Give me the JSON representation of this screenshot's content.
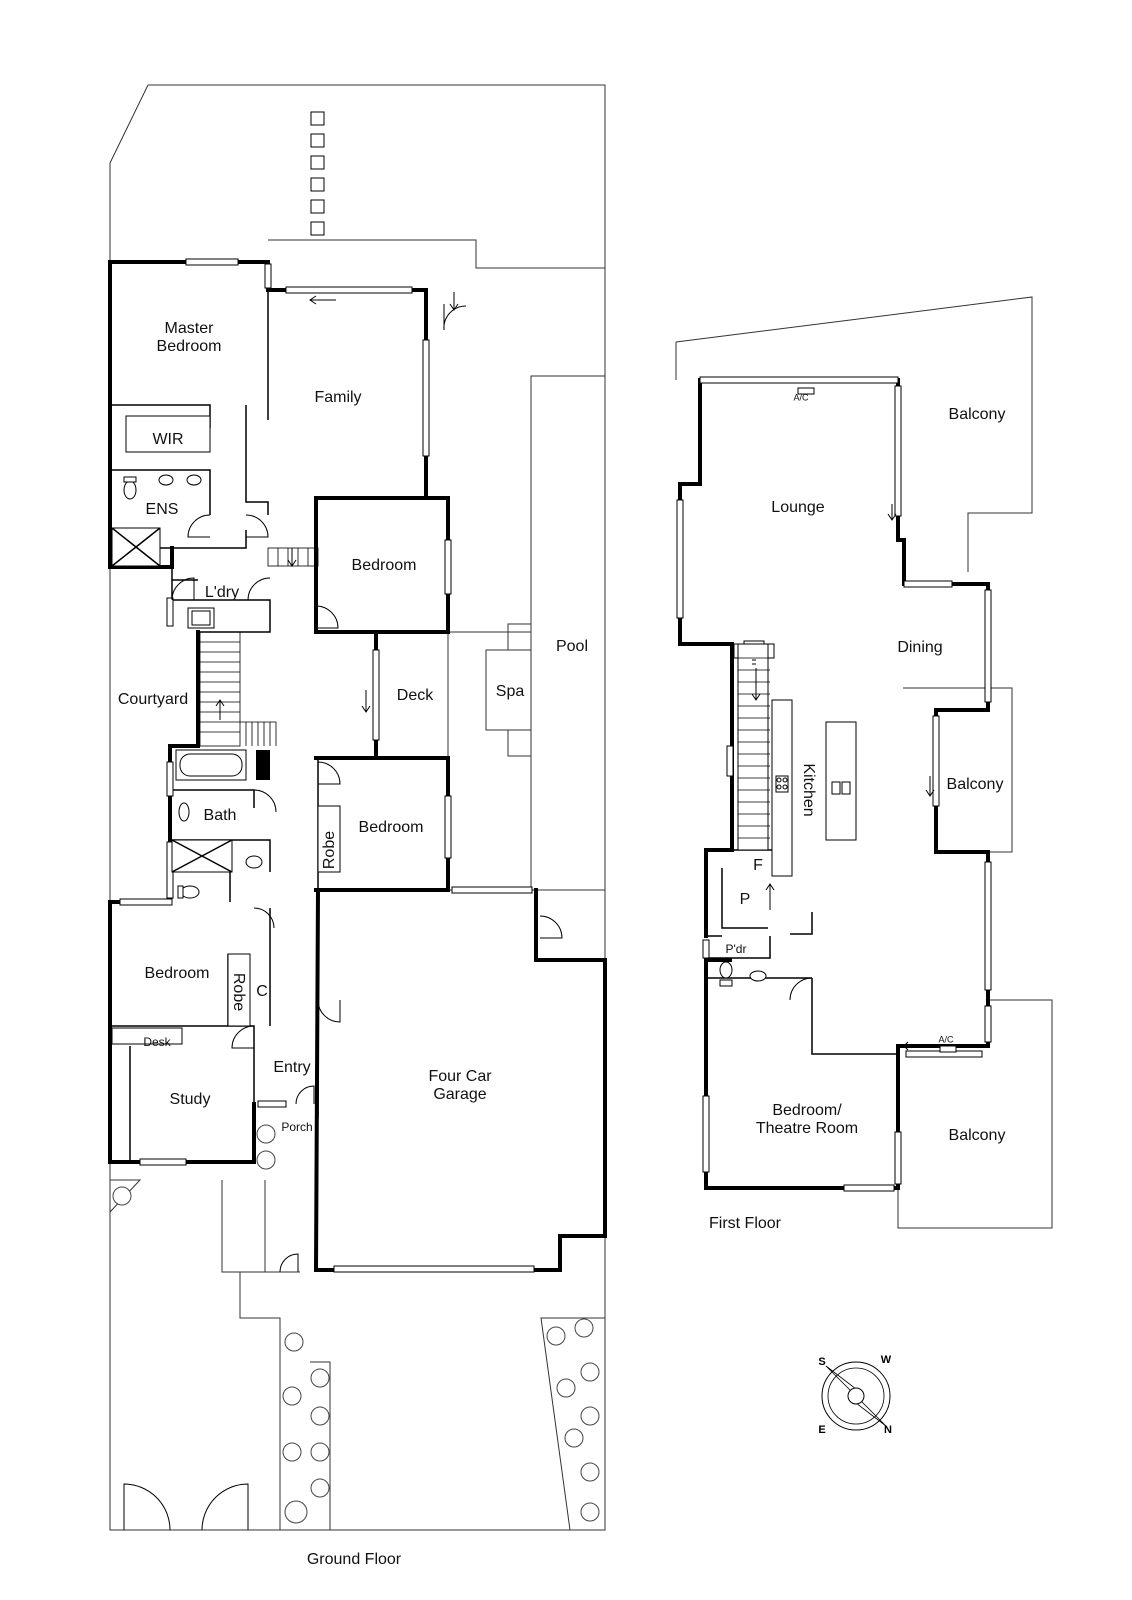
{
  "ground_floor": {
    "caption": "Ground Floor",
    "rooms": {
      "master_bedroom": [
        "Master",
        "Bedroom"
      ],
      "family": "Family",
      "wir": "WIR",
      "ens": "ENS",
      "bedroom_1": "Bedroom",
      "laundry": "L'dry",
      "courtyard": "Courtyard",
      "deck": "Deck",
      "spa": "Spa",
      "pool": "Pool",
      "bath": "Bath",
      "bedroom_2": "Bedroom",
      "robe_1": "Robe",
      "bedroom_3": "Bedroom",
      "robe_2": "Robe",
      "cupboard": "C",
      "desk": "Desk",
      "study": "Study",
      "entry": "Entry",
      "porch": "Porch",
      "garage": [
        "Four Car",
        "Garage"
      ]
    }
  },
  "first_floor": {
    "caption": "First Floor",
    "rooms": {
      "balcony_1": "Balcony",
      "lounge": "Lounge",
      "ac_1": "A/C",
      "dining": "Dining",
      "balcony_2": "Balcony",
      "kitchen": "Kitchen",
      "fridge": "F",
      "pantry": "P",
      "powder": "P'dr",
      "ac_2": "A/C",
      "bedroom_theatre": [
        "Bedroom/",
        "Theatre Room"
      ],
      "balcony_3": "Balcony"
    }
  },
  "compass": {
    "s": "S",
    "w": "W",
    "e": "E",
    "n": "N"
  }
}
